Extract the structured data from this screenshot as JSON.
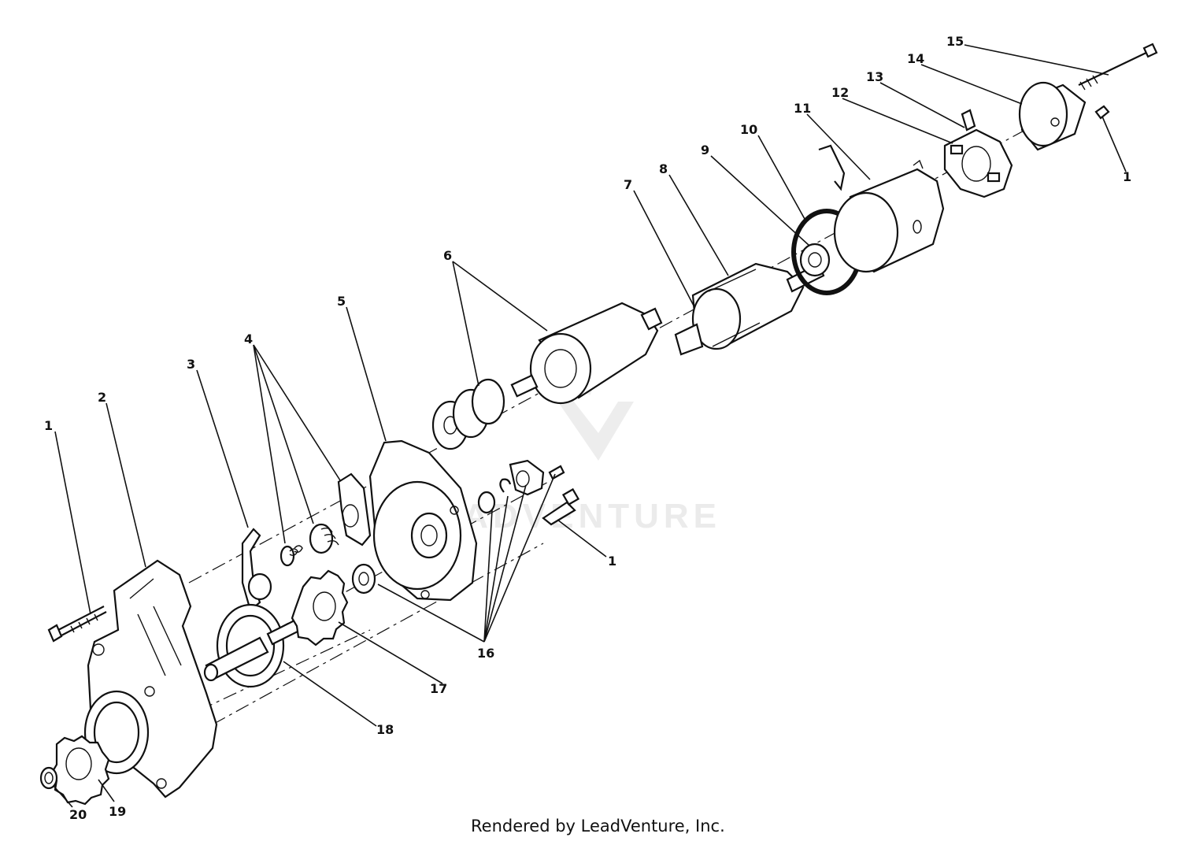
{
  "callouts": {
    "n1": "1",
    "n2": "2",
    "n3": "3",
    "n4": "4",
    "n5": "5",
    "n6": "6",
    "n7": "7",
    "n8": "8",
    "n9": "9",
    "n10": "10",
    "n11": "11",
    "n12": "12",
    "n13": "13",
    "n14": "14",
    "n15": "15",
    "n16": "16",
    "n17": "17",
    "n18": "18",
    "n19": "19",
    "n20": "20"
  },
  "watermark": "LEADVENTURE",
  "footer": "Rendered by LeadVenture, Inc."
}
